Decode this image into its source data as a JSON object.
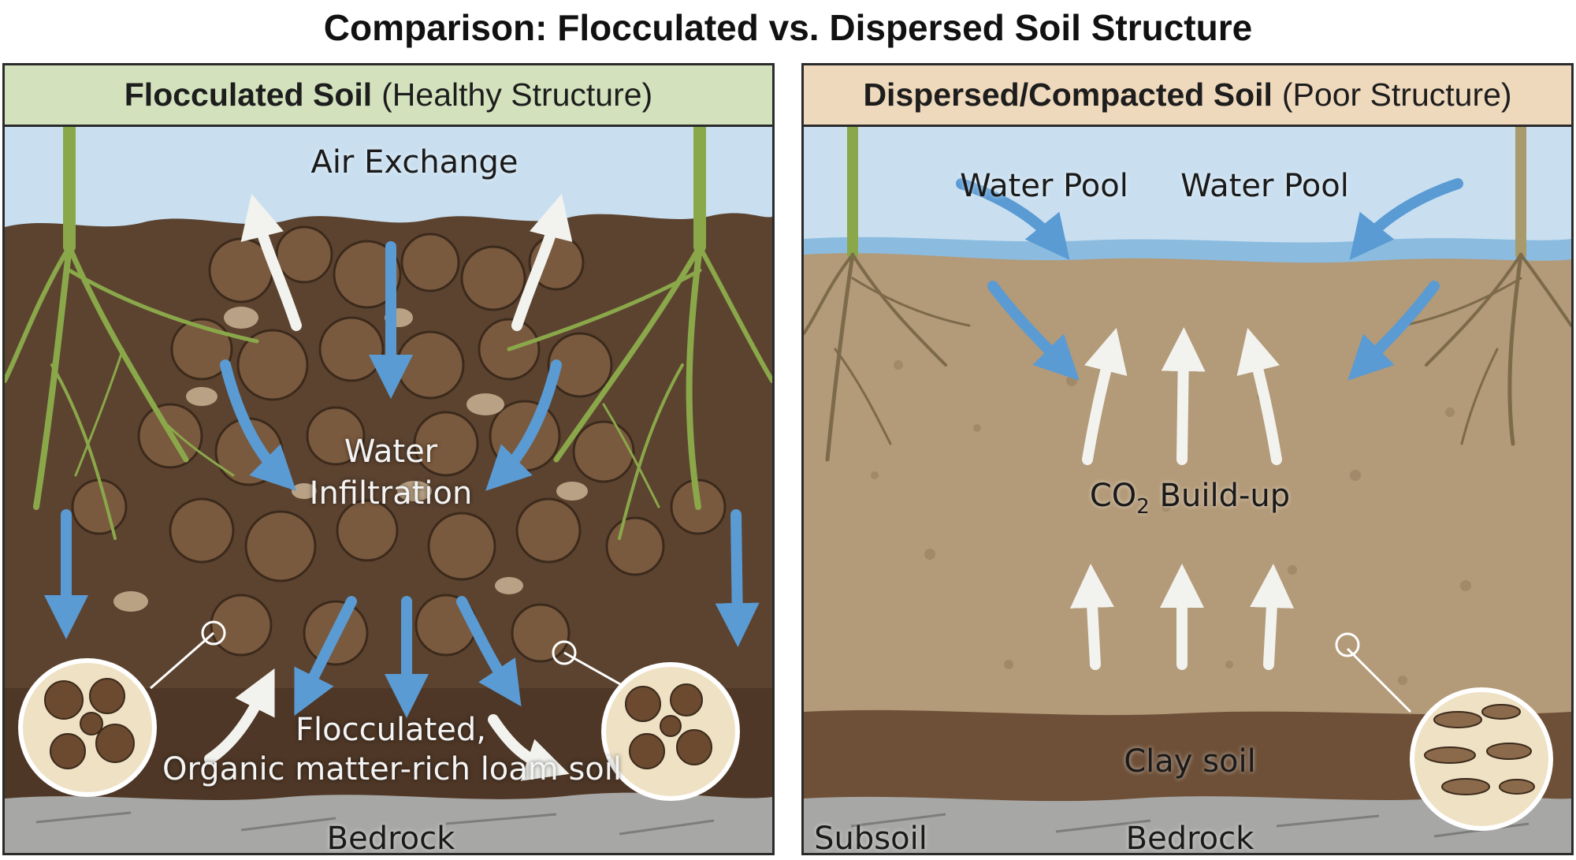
{
  "title": "Comparison: Flocculated vs. Dispersed Soil Structure",
  "left": {
    "header_bold": "Flocculated Soil",
    "header_sub": "(Healthy Structure)",
    "labels": {
      "air": "Air Exchange",
      "water_1": "Water",
      "water_2": "Infiltration",
      "soil_1": "Flocculated,",
      "soil_2": "Organic matter-rich loam soil",
      "bedrock": "Bedrock"
    }
  },
  "right": {
    "header_bold": "Dispersed/Compacted Soil",
    "header_sub": "(Poor Structure)",
    "labels": {
      "pool_1": "Water Pool",
      "pool_2": "Water Pool",
      "co2_a": "CO",
      "co2_sub": "2",
      "co2_b": " Build-up",
      "clay": "Clay soil",
      "subsoil": "Subsoil",
      "bedrock": "Bedrock"
    }
  },
  "colors": {
    "sky": "#c9dff0",
    "loam": "#5c4330",
    "compacted": "#b39a78",
    "clay": "#6e5038",
    "bedrock": "#a7a7a5",
    "water_arrow": "#5a9bd4",
    "air_arrow": "#f2f2ee",
    "root_green": "#8aa84a"
  }
}
